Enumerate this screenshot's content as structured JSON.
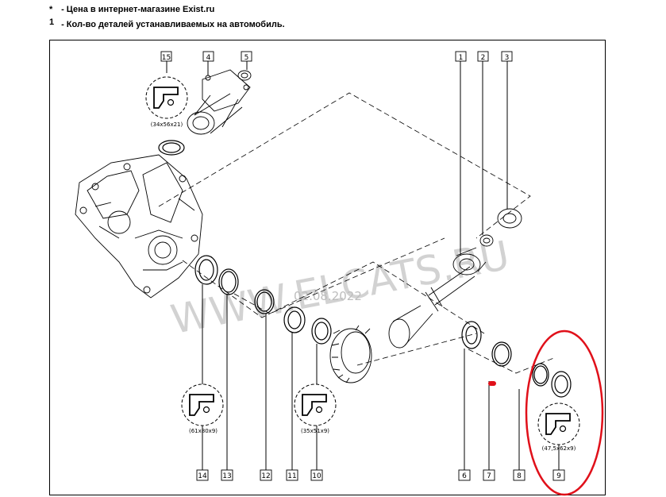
{
  "notes": [
    {
      "mark": "*",
      "text": "- Цена в интернет-магазине Exist.ru"
    },
    {
      "mark": "1",
      "text": "- Кол-во деталей устанавливаемых на автомобиль."
    }
  ],
  "callouts": {
    "c1": "1",
    "c2": "2",
    "c3": "3",
    "c4": "4",
    "c5": "5",
    "c6": "6",
    "c7": "7",
    "c8": "8",
    "c9": "9",
    "c10": "10",
    "c11": "11",
    "c12": "12",
    "c13": "13",
    "c14": "14",
    "c15": "15"
  },
  "seal_sizes": {
    "s15": "(34x56x21)",
    "s14": "(61x80x9)",
    "s10": "(35x51x9)",
    "s9": "(47,5x62x9)"
  },
  "watermark": {
    "site": "WWW.ELCATS.RU",
    "date": "02.08.2022"
  },
  "colors": {
    "line": "#000000",
    "highlight": "#e0101a",
    "watermark": "#bdbdbd"
  }
}
